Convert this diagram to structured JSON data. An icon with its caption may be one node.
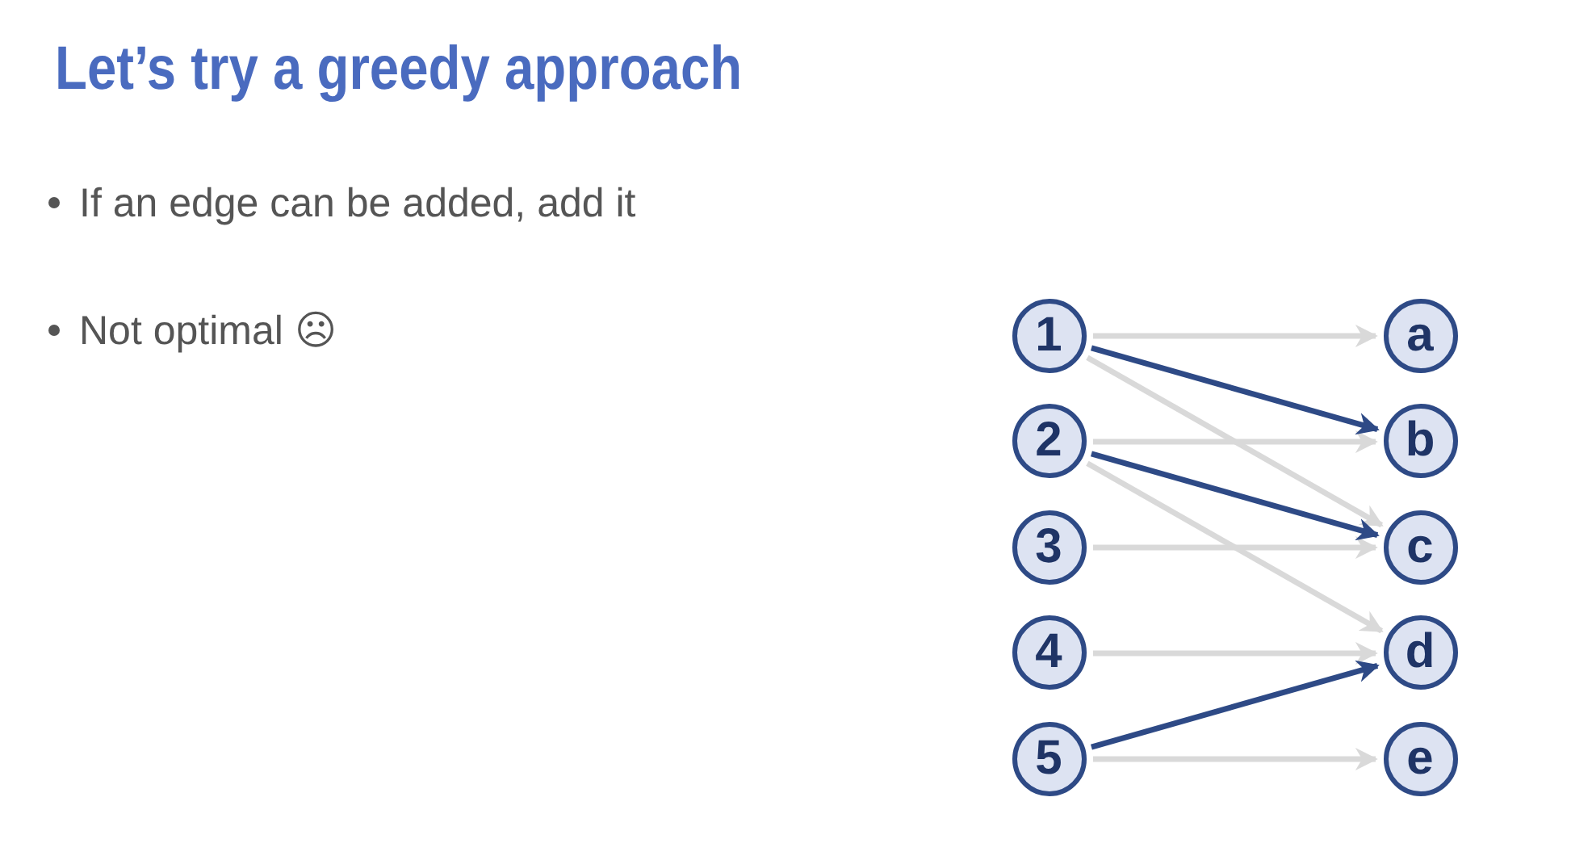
{
  "diagram": {
    "title": "Let’s try a greedy approach",
    "nodes": [
      {
        "text": [
          "1"
        ]
      },
      {
        "text": [
          "2"
        ]
      },
      {
        "text": [
          "3"
        ]
      },
      {
        "text": [
          "4"
        ]
      },
      {
        "text": [
          "5"
        ]
      },
      {
        "text": [
          "a"
        ]
      },
      {
        "text": [
          "b"
        ]
      },
      {
        "text": [
          "c"
        ]
      },
      {
        "text": [
          "d"
        ]
      },
      {
        "text": [
          "e"
        ]
      }
    ],
    "edges": [
      {
        "from": 0,
        "to": 5,
        "arrow": "to"
      },
      {
        "from": 0,
        "to": 6,
        "arrow": "to",
        "color": "#2e4a86"
      },
      {
        "from": 0,
        "to": 7,
        "arrow": "to"
      },
      {
        "from": 1,
        "to": 6,
        "arrow": "to"
      },
      {
        "from": 1,
        "to": 7,
        "arrow": "to",
        "color": "#2e4a86"
      },
      {
        "from": 1,
        "to": 8,
        "arrow": "to"
      },
      {
        "from": 2,
        "to": 7,
        "arrow": "to"
      },
      {
        "from": 3,
        "to": 8,
        "arrow": "to"
      },
      {
        "from": 4,
        "to": 8,
        "arrow": "to",
        "color": "#2e4a86"
      },
      {
        "from": 4,
        "to": 9,
        "arrow": "to"
      }
    ],
    "labels": [
      "If an edge can be added, add it",
      "Not optimal ☹"
    ]
  }
}
